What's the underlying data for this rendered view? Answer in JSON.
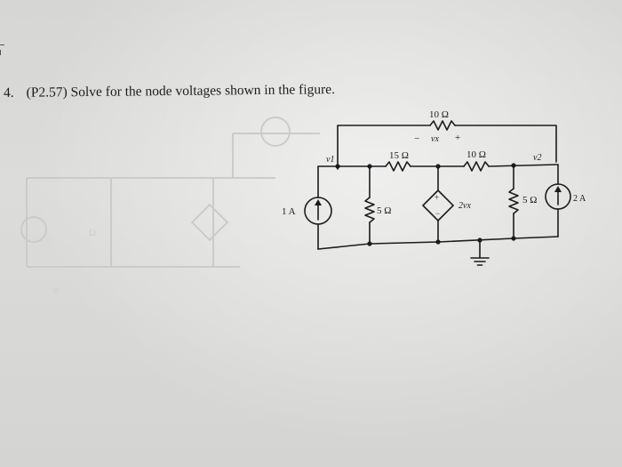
{
  "problem": {
    "number": "4.",
    "text": "(P2.57) Solve for the node voltages shown in the figure."
  },
  "circuit": {
    "top_resistor": "10 Ω",
    "vx_minus": "−",
    "vx_plus": "+",
    "vx_label": "vx",
    "left_node": "v1",
    "right_node": "v2",
    "mid_left_resistor": "15 Ω",
    "mid_right_resistor": "10 Ω",
    "left_source": "1 A",
    "left_shunt_resistor": "5 Ω",
    "dependent_source_plus": "+",
    "dependent_source_minus": "−",
    "dependent_source_value": "2vx",
    "right_shunt_resistor": "5 Ω",
    "right_source": "2 A"
  }
}
